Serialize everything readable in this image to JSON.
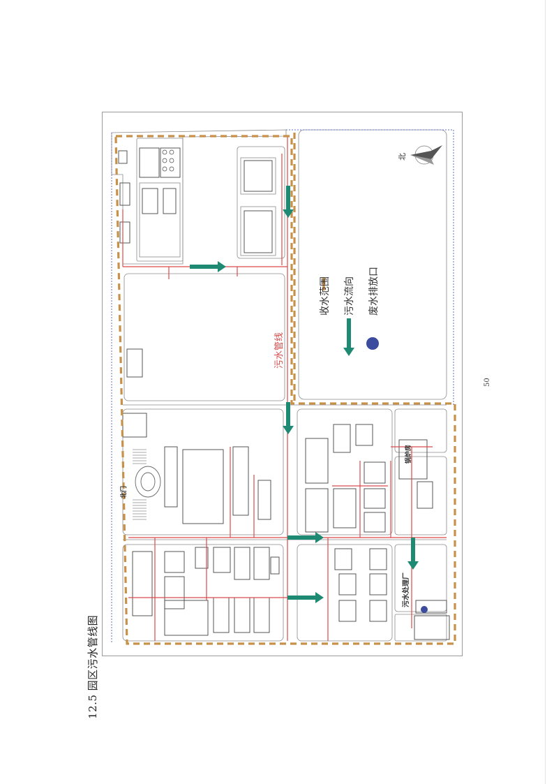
{
  "caption": "12.5 园区污水管线图",
  "page_number": "50",
  "legend": {
    "items": [
      {
        "label": "收水范围",
        "symbol": "dashed-orange-line"
      },
      {
        "label": "污水流向",
        "symbol": "green-arrow-icon"
      },
      {
        "label": "废水排放口",
        "symbol": "blue-dot-icon"
      }
    ]
  },
  "map_labels": {
    "pipe_label": "污水管线",
    "north": "北",
    "north_gate": "北门",
    "wwtp": "污水处理厂",
    "boiler": "锅炉房"
  },
  "colors": {
    "boundary": "#c8914a",
    "pipe": "#d94a4a",
    "arrow": "#1f8a73",
    "outfall": "#3b4c9e",
    "building": "#444444",
    "road": "#8a8a8a",
    "blue_dash": "#5a6fc4"
  }
}
